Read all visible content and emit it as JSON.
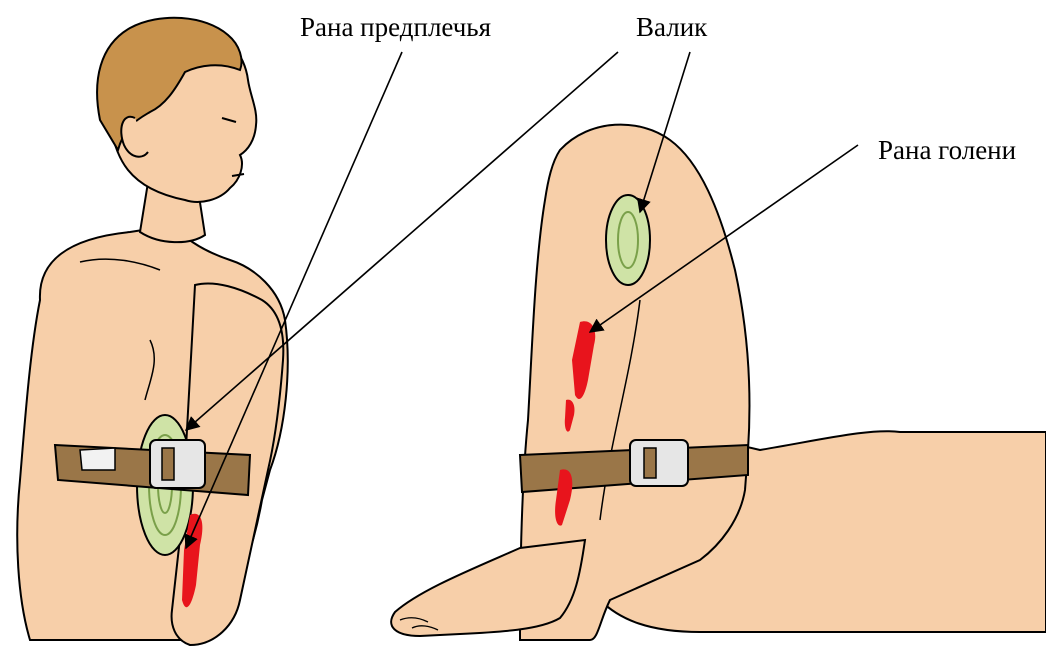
{
  "labels": {
    "forearm_wound": "Рана предплечья",
    "pad": "Валик",
    "shin_wound": "Рана голени"
  },
  "colors": {
    "skin": "#f7cfa9",
    "hair": "#c8924c",
    "belt": "#9a7648",
    "buckle": "#e6e6e6",
    "pad": "#cfe3a6",
    "blood": "#e8141c",
    "outline": "#000000"
  },
  "icons": {
    "arrow": "arrowhead"
  }
}
